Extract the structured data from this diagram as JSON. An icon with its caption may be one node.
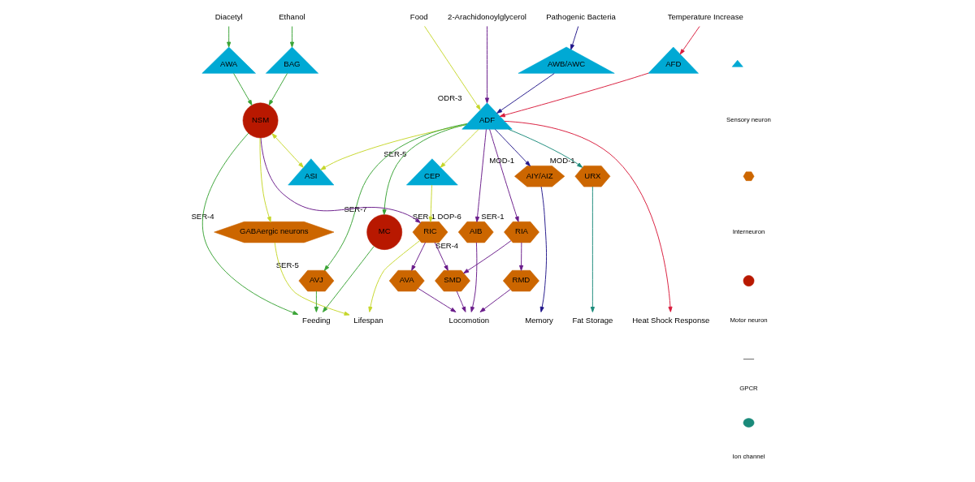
{
  "diagram": {
    "nodes": [
      {
        "text": [
          "Ethanol"
        ]
      },
      {
        "text": [
          "Diacetyl"
        ]
      },
      {
        "text": [
          "Food"
        ]
      },
      {
        "text": [
          "Pathogenic Bacteria"
        ]
      },
      {
        "text": [
          "2-Arachidonoylglycerol"
        ]
      },
      {
        "text": [
          "Temperature Increase"
        ]
      },
      {
        "text": [
          "BAG"
        ]
      },
      {
        "text": [
          "AWA"
        ]
      },
      {
        "text": [
          "ASI"
        ]
      },
      {
        "text": [
          "CEP"
        ],
        "beside": [
          "SER-5"
        ]
      },
      {
        "text": [
          "AWB/AWC"
        ]
      },
      {
        "text": [
          "AFD"
        ]
      },
      {
        "text": [
          "ADF"
        ],
        "beside": [
          "ODR-3"
        ]
      },
      {
        "text": [
          "NSM"
        ]
      },
      {
        "text": [
          "RIC"
        ],
        "beside": [
          "SER-1",
          "DOP-6"
        ]
      },
      {
        "text": [
          "RIA"
        ],
        "beside": [
          "SER-1"
        ]
      },
      {
        "text": [
          "GABAergic neurons"
        ],
        "beside": [
          "SER-4"
        ]
      },
      {
        "text": [
          "AIB"
        ],
        "beside": [
          "SER-4"
        ]
      },
      {
        "text": [
          "AVJ"
        ],
        "beside": [
          "SER-5"
        ]
      },
      {
        "text": [
          "MC"
        ],
        "beside": [
          "SER-7"
        ]
      },
      {
        "text": [
          "AIY/AIZ"
        ],
        "beside": [
          "MOD-1"
        ]
      },
      {
        "text": [
          "URX"
        ],
        "beside": [
          "MOD-1"
        ]
      },
      {
        "text": [
          "AVA"
        ]
      },
      {
        "text": [
          "SMD"
        ]
      },
      {
        "text": [
          "RMD"
        ]
      },
      {
        "text": [
          "Lifespan"
        ]
      },
      {
        "text": [
          "Locomotion"
        ]
      },
      {
        "text": [
          "Feeding"
        ]
      },
      {
        "text": [
          "Memory"
        ]
      },
      {
        "text": [
          "Heat Shock Response"
        ]
      },
      {
        "text": [
          "Fat Storage"
        ]
      }
    ],
    "edges": [
      {
        "from": 0,
        "to": 6,
        "arrow": "to",
        "color": "#3aa335"
      },
      {
        "from": 1,
        "to": 7,
        "arrow": "to",
        "color": "#3aa335"
      },
      {
        "from": 6,
        "to": 13,
        "arrow": "to",
        "color": "#3aa335"
      },
      {
        "from": 7,
        "to": 13,
        "arrow": "to",
        "color": "#3aa335"
      },
      {
        "from": 13,
        "to": 8,
        "arrow": "both",
        "color": "#c5d62a"
      },
      {
        "from": 12,
        "to": 8,
        "arrow": "to",
        "color": "#c5d62a"
      },
      {
        "from": 12,
        "to": 9,
        "arrow": "to",
        "color": "#c5d62a"
      },
      {
        "from": 2,
        "to": 12,
        "arrow": "to",
        "color": "#c5d62a"
      },
      {
        "from": 4,
        "to": 12,
        "arrow": "to",
        "color": "#6a1b8a"
      },
      {
        "from": 3,
        "to": 10,
        "arrow": "to",
        "color": "#22178a"
      },
      {
        "from": 10,
        "to": 12,
        "arrow": "to",
        "color": "#22178a"
      },
      {
        "from": 5,
        "to": 11,
        "arrow": "to",
        "color": "#d81b3c"
      },
      {
        "from": 11,
        "to": 12,
        "arrow": "to",
        "color": "#d81b3c"
      },
      {
        "from": 9,
        "to": 14,
        "arrow": "to",
        "color": "#c5d62a"
      },
      {
        "from": 13,
        "to": 14,
        "arrow": "to",
        "color": "#6a1b8a"
      },
      {
        "from": 13,
        "to": 27,
        "arrow": "to",
        "color": "#3aa335"
      },
      {
        "from": 13,
        "to": 16,
        "arrow": "to",
        "color": "#c5d62a"
      },
      {
        "from": 12,
        "to": 15,
        "arrow": "to",
        "color": "#6a1b8a"
      },
      {
        "from": 12,
        "to": 17,
        "arrow": "to",
        "color": "#6a1b8a"
      },
      {
        "from": 12,
        "to": 18,
        "arrow": "to",
        "color": "#3aa335"
      },
      {
        "from": 12,
        "to": 19,
        "arrow": "to",
        "color": "#3aa335"
      },
      {
        "from": 12,
        "to": 20,
        "arrow": "to",
        "color": "#22178a"
      },
      {
        "from": 12,
        "to": 29,
        "arrow": "to",
        "color": "#d81b3c"
      },
      {
        "from": 12,
        "to": 21,
        "arrow": "to",
        "color": "#1a8a7a"
      },
      {
        "from": 16,
        "to": 25,
        "arrow": "to",
        "color": "#c5d62a"
      },
      {
        "from": 14,
        "to": 25,
        "arrow": "to",
        "color": "#c5d62a"
      },
      {
        "from": 14,
        "to": 22,
        "arrow": "to",
        "color": "#6a1b8a"
      },
      {
        "from": 14,
        "to": 23,
        "arrow": "to",
        "color": "#6a1b8a"
      },
      {
        "from": 15,
        "to": 23,
        "arrow": "to",
        "color": "#6a1b8a"
      },
      {
        "from": 15,
        "to": 24,
        "arrow": "to",
        "color": "#6a1b8a"
      },
      {
        "from": 22,
        "to": 26,
        "arrow": "to",
        "color": "#6a1b8a"
      },
      {
        "from": 23,
        "to": 26,
        "arrow": "to",
        "color": "#6a1b8a"
      },
      {
        "from": 24,
        "to": 26,
        "arrow": "to",
        "color": "#6a1b8a"
      },
      {
        "from": 17,
        "to": 26,
        "arrow": "to",
        "color": "#6a1b8a"
      },
      {
        "from": 18,
        "to": 27,
        "arrow": "to",
        "color": "#3aa335"
      },
      {
        "from": 19,
        "to": 27,
        "arrow": "to",
        "color": "#3aa335"
      },
      {
        "from": 20,
        "to": 28,
        "arrow": "to",
        "color": "#22178a"
      },
      {
        "from": 21,
        "to": 30,
        "arrow": "to",
        "color": "#1a8a7a"
      }
    ],
    "legend": [
      {
        "text": "Sensory neuron"
      },
      {
        "text": "Interneuron"
      },
      {
        "text": "Motor neuron"
      },
      {
        "text": "GPCR"
      },
      {
        "text": "Ion channel"
      }
    ]
  }
}
